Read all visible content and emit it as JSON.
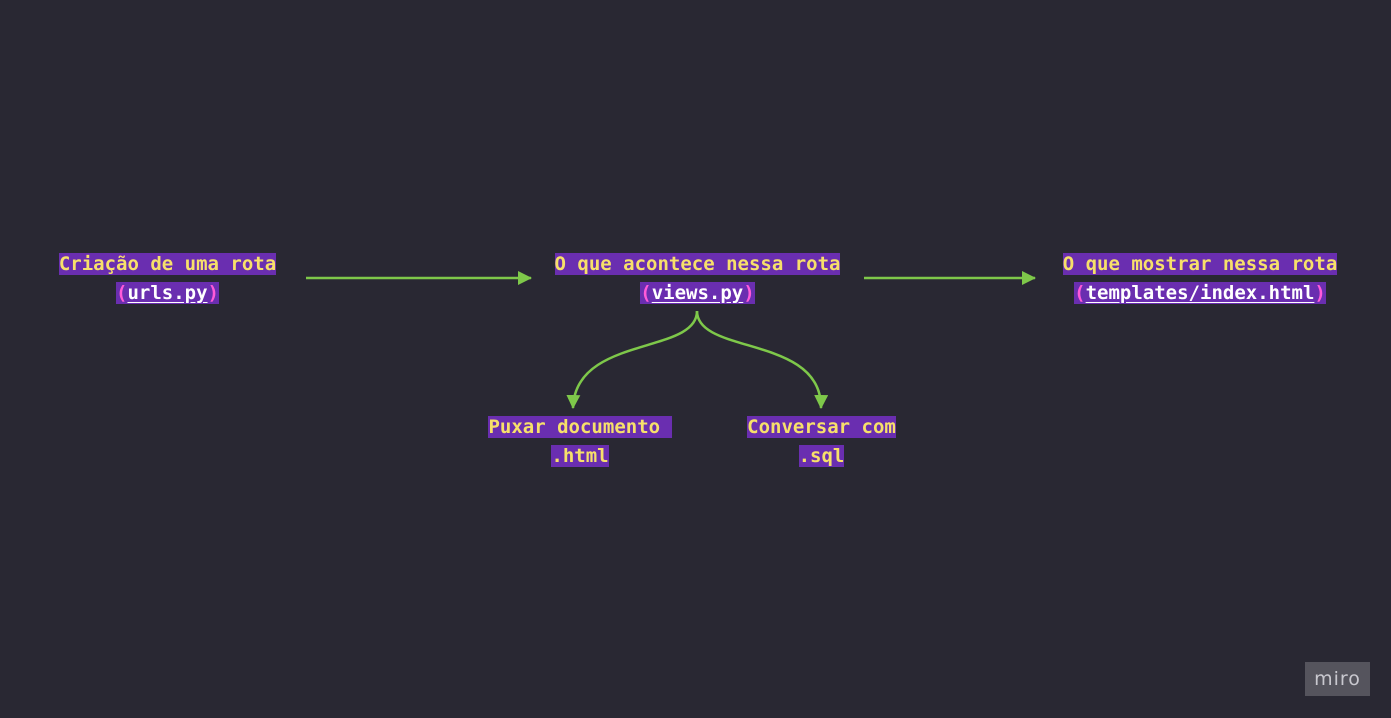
{
  "nodes": {
    "rota": {
      "line1": "Criação de uma rota",
      "paren_open": "(",
      "file": "urls.py",
      "paren_close": ")"
    },
    "acontece": {
      "line1": "O que acontece nessa rota",
      "paren_open": "(",
      "file": "views.py",
      "paren_close": ")"
    },
    "mostrar": {
      "line1": "O que mostrar nessa rota",
      "paren_open": "(",
      "file": "templates/index.html",
      "paren_close": ")"
    },
    "puxar": {
      "line1": "Puxar documento ",
      "line2": ".html"
    },
    "conversar": {
      "line1": "Conversar com",
      "line2": ".sql"
    }
  },
  "colors": {
    "background": "#292833",
    "highlight": "#6a2eb0",
    "text": "#f7e06a",
    "arrow": "#7ec84a",
    "paren": "#ff5ad9"
  },
  "watermark": {
    "text": "miro"
  }
}
